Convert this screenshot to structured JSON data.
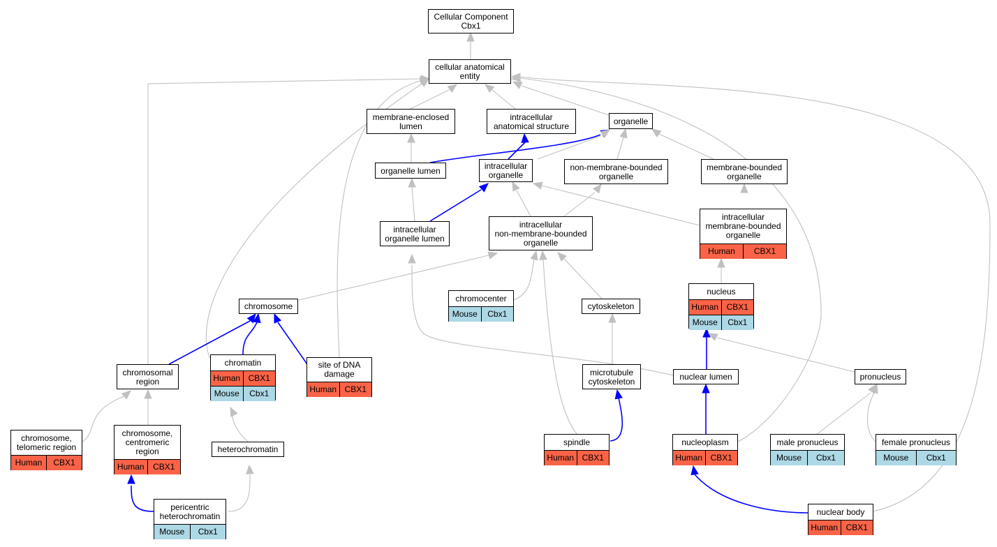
{
  "colors": {
    "gray_edge": "#c0c0c0",
    "blue_edge": "#0000ff",
    "human": "#fa6347",
    "mouse": "#add8e6"
  },
  "nodes": {
    "root": {
      "label": "Cellular Component\nCbx1"
    },
    "cae": {
      "label": "cellular anatomical\nentity"
    },
    "mel": {
      "label": "membrane-enclosed\nlumen"
    },
    "ias": {
      "label": "intracellular\nanatomical structure"
    },
    "org": {
      "label": "organelle"
    },
    "orglumen": {
      "label": "organelle lumen"
    },
    "io": {
      "label": "intracellular\norganelle"
    },
    "nmbo": {
      "label": "non-membrane-bounded\norganelle"
    },
    "mbo": {
      "label": "membrane-bounded\norganelle"
    },
    "iol": {
      "label": "intracellular\norganelle lumen"
    },
    "inmbo": {
      "label": "intracellular\nnon-membrane-bounded\norganelle"
    },
    "imbo": {
      "label": "intracellular\nmembrane-bounded\norganelle",
      "rows": [
        [
          "Human",
          "CBX1"
        ]
      ]
    },
    "chromocenter": {
      "label": "chromocenter",
      "rows": [
        [
          "Mouse",
          "Cbx1"
        ]
      ]
    },
    "chromosome": {
      "label": "chromosome"
    },
    "cytoskeleton": {
      "label": "cytoskeleton"
    },
    "nucleus": {
      "label": "nucleus",
      "rows": [
        [
          "Human",
          "CBX1"
        ],
        [
          "Mouse",
          "Cbx1"
        ]
      ]
    },
    "chromregion": {
      "label": "chromosomal\nregion"
    },
    "chromatin": {
      "label": "chromatin",
      "rows": [
        [
          "Human",
          "CBX1"
        ],
        [
          "Mouse",
          "Cbx1"
        ]
      ]
    },
    "dnadamage": {
      "label": "site of DNA\ndamage",
      "rows": [
        [
          "Human",
          "CBX1"
        ]
      ]
    },
    "mtcyto": {
      "label": "microtubule\ncytoskeleton"
    },
    "nuclumen": {
      "label": "nuclear lumen"
    },
    "pronucleus": {
      "label": "pronucleus"
    },
    "telomeric": {
      "label": "chromosome,\ntelomeric region",
      "rows": [
        [
          "Human",
          "CBX1"
        ]
      ]
    },
    "centromeric": {
      "label": "chromosome,\ncentromeric\nregion",
      "rows": [
        [
          "Human",
          "CBX1"
        ]
      ]
    },
    "heterochromatin": {
      "label": "heterochromatin"
    },
    "spindle": {
      "label": "spindle",
      "rows": [
        [
          "Human",
          "CBX1"
        ]
      ]
    },
    "nucleoplasm": {
      "label": "nucleoplasm",
      "rows": [
        [
          "Human",
          "CBX1"
        ]
      ]
    },
    "malepro": {
      "label": "male pronucleus",
      "rows": [
        [
          "Mouse",
          "Cbx1"
        ]
      ]
    },
    "femalepro": {
      "label": "female pronucleus",
      "rows": [
        [
          "Mouse",
          "Cbx1"
        ]
      ]
    },
    "pericentric": {
      "label": "pericentric\nheterochromatin",
      "rows": [
        [
          "Mouse",
          "Cbx1"
        ]
      ]
    },
    "nucbody": {
      "label": "nuclear body",
      "rows": [
        [
          "Human",
          "CBX1"
        ]
      ]
    }
  }
}
